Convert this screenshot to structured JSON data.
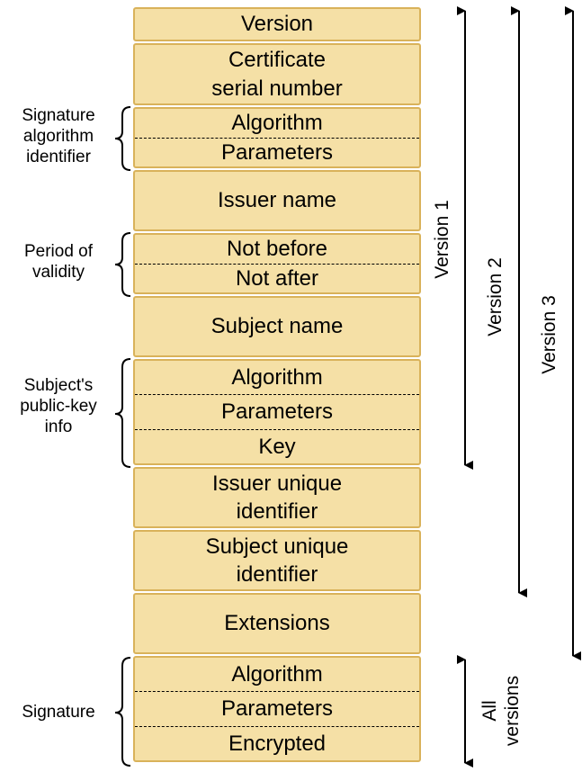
{
  "fields": {
    "version": "Version",
    "serial_line1": "Certificate",
    "serial_line2": "serial number",
    "sig_alg_algorithm": "Algorithm",
    "sig_alg_parameters": "Parameters",
    "issuer_name": "Issuer name",
    "not_before": "Not before",
    "not_after": "Not after",
    "subject_name": "Subject name",
    "pk_algorithm": "Algorithm",
    "pk_parameters": "Parameters",
    "pk_key": "Key",
    "issuer_uid_line1": "Issuer unique",
    "issuer_uid_line2": "identifier",
    "subject_uid_line1": "Subject unique",
    "subject_uid_line2": "identifier",
    "extensions": "Extensions",
    "sig_algorithm": "Algorithm",
    "sig_parameters": "Parameters",
    "sig_encrypted": "Encrypted"
  },
  "groups": {
    "signature_algorithm_identifier": [
      "Signature",
      "algorithm",
      "identifier"
    ],
    "period_of_validity": [
      "Period of",
      "validity"
    ],
    "subject_public_key_info": [
      "Subject's",
      "public-key",
      "info"
    ],
    "signature": [
      "Signature"
    ]
  },
  "version_ranges": {
    "version1": "Version 1",
    "version2": "Version 2",
    "version3": "Version 3",
    "all_versions_line1": "All",
    "all_versions_line2": "versions"
  },
  "colors": {
    "field_fill": "#f5e0a6",
    "field_border": "#d9b25a"
  }
}
